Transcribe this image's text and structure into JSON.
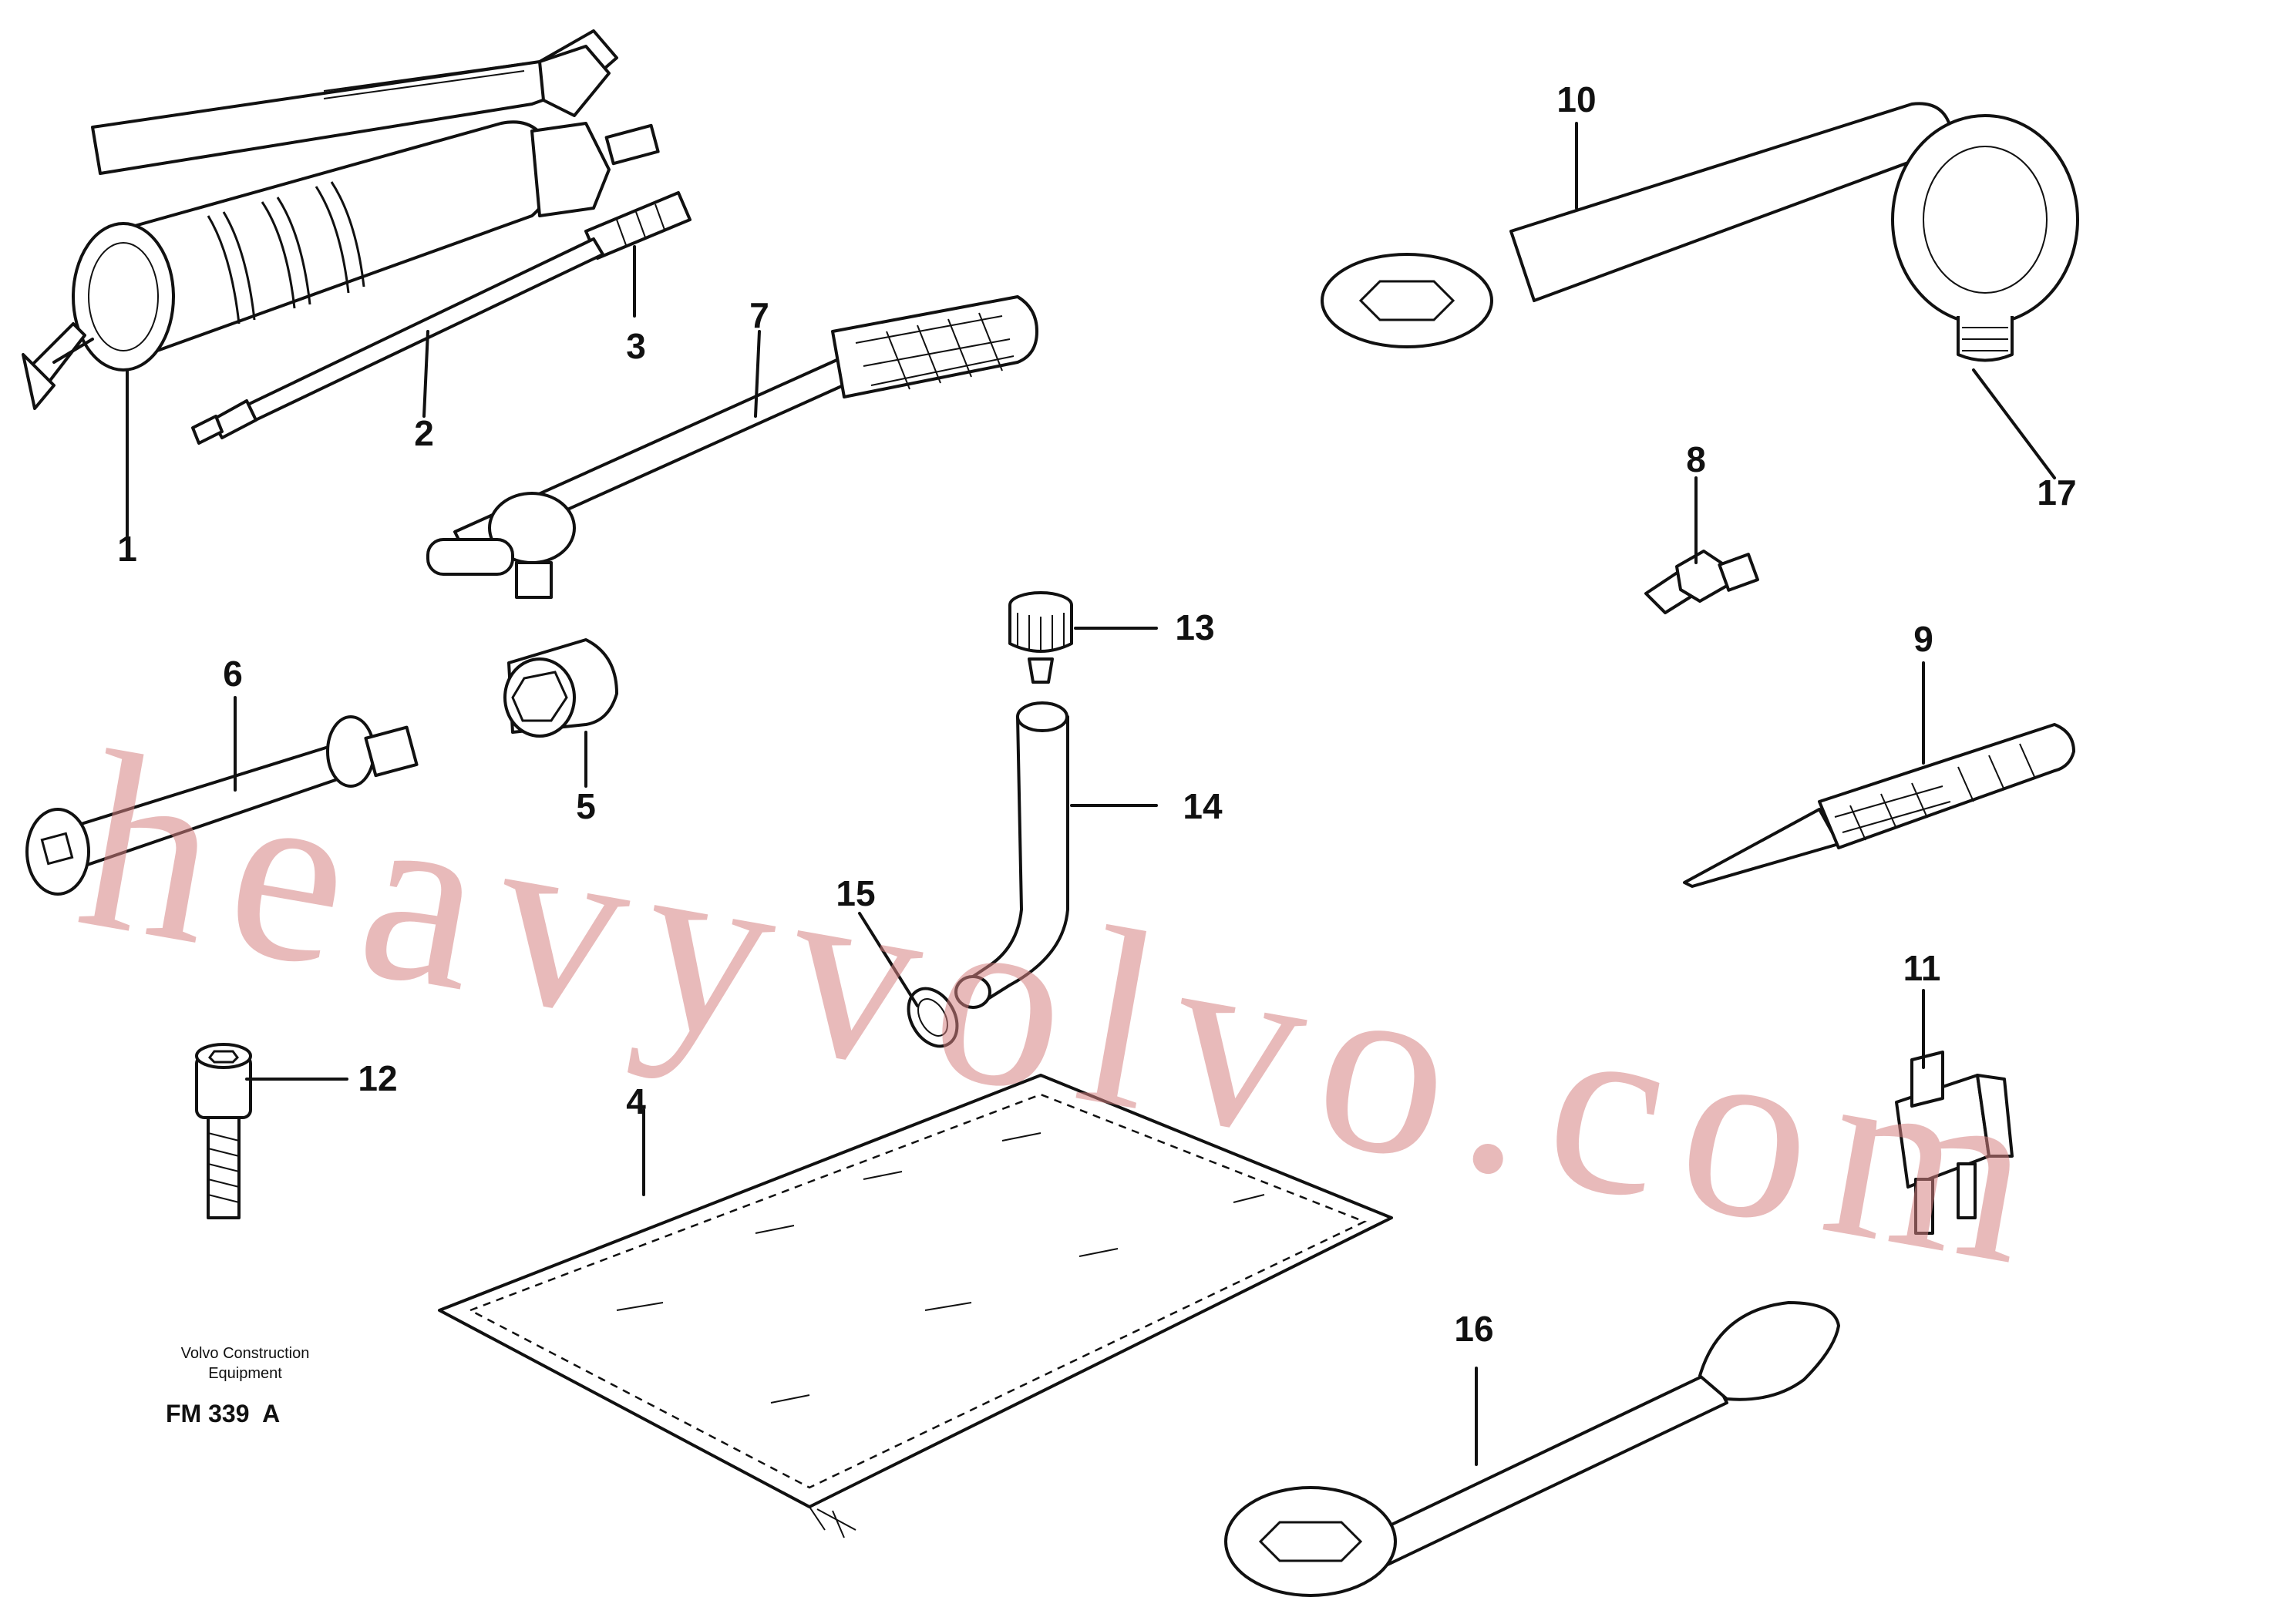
{
  "callouts": {
    "c1": "1",
    "c2": "2",
    "c3": "3",
    "c4": "4",
    "c5": "5",
    "c6": "6",
    "c7": "7",
    "c8": "8",
    "c9": "9",
    "c10": "10",
    "c11": "11",
    "c12": "12",
    "c13": "13",
    "c14": "14",
    "c15": "15",
    "c16": "16",
    "c17": "17"
  },
  "credit": {
    "line1": "Volvo Construction",
    "line2": "Equipment",
    "code": "FM 339  A"
  },
  "watermark": "heavyvolvo.com",
  "colors": {
    "ink": "#111111",
    "watermark": "#d68282",
    "background": "#ffffff"
  }
}
